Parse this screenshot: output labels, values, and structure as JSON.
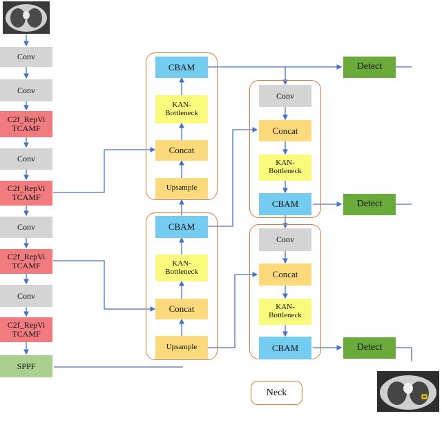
{
  "backbone": {
    "conv_1": "Conv",
    "conv_2": "Conv",
    "c2f_1": "C2f_RepVi TCAMF",
    "conv_3": "Conv",
    "c2f_2": "C2f_RepVi TCAMF",
    "conv_4": "Conv",
    "c2f_3": "C2f_RepVi TCAMF",
    "conv_5": "Conv",
    "c2f_4": "C2f_RepVi TCAMF",
    "sppf": "SPPF"
  },
  "neck": {
    "upper_left": {
      "cbam": "CBAM",
      "kan": "KAN-Bottleneck",
      "concat": "Concat",
      "upsample": "Upsample"
    },
    "lower_left": {
      "cbam": "CBAM",
      "kan": "KAN-Bottleneck",
      "concat": "Concat",
      "upsample": "Upsample"
    },
    "upper_right": {
      "conv": "Conv",
      "concat": "Concat",
      "kan": "KAN-Bottleneck",
      "cbam": "CBAM"
    },
    "lower_right": {
      "conv": "Conv",
      "concat": "Concat",
      "kan": "KAN-Bottleneck",
      "cbam": "CBAM"
    }
  },
  "heads": {
    "detect_1": "Detect",
    "detect_2": "Detect",
    "detect_3": "Detect"
  },
  "legend": {
    "neck": "Neck"
  },
  "colors": {
    "conv": "#d4d4d4",
    "c2f": "#f27b80",
    "sppf": "#a9d08e",
    "cbam": "#74cdf0",
    "kan": "#fafa7c",
    "concat": "#fcd97a",
    "detect": "#6aaa3a",
    "group_border": "#e07a3c",
    "arrow": "#4472c4"
  },
  "images": {
    "input": "chest-ct-input-image",
    "output": "chest-ct-detection-output-image"
  }
}
